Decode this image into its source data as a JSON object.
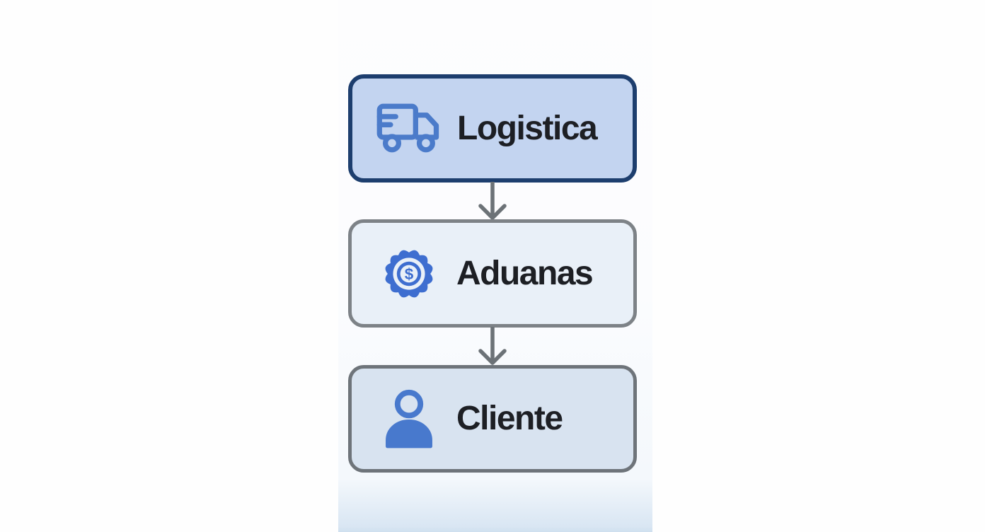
{
  "diagram": {
    "type": "flowchart",
    "direction": "top-down",
    "nodes": [
      {
        "id": "logistica",
        "label": "Logistica",
        "icon": "truck-icon"
      },
      {
        "id": "aduanas",
        "label": "Aduanas",
        "icon": "badge-dollar-icon",
        "badge_symbol": "$"
      },
      {
        "id": "cliente",
        "label": "Cliente",
        "icon": "person-icon"
      }
    ],
    "connections": [
      {
        "from": "Logistica",
        "to": "Aduanas"
      },
      {
        "from": "Aduanas",
        "to": "Cliente"
      }
    ],
    "colors": {
      "logistica_fill": "#c3d4f0",
      "logistica_border": "#1d3e6e",
      "aduanas_fill": "#e9f0f8",
      "aduanas_border": "#7d8287",
      "cliente_fill": "#d8e3f0",
      "cliente_border": "#6e747a",
      "icon_blue": "#4b7bca",
      "badge_blue": "#3e6ed0",
      "person_blue": "#4879cd",
      "arrow_gray": "#6c7277",
      "label_text": "#1d1f24",
      "background": "#fefefe"
    }
  }
}
